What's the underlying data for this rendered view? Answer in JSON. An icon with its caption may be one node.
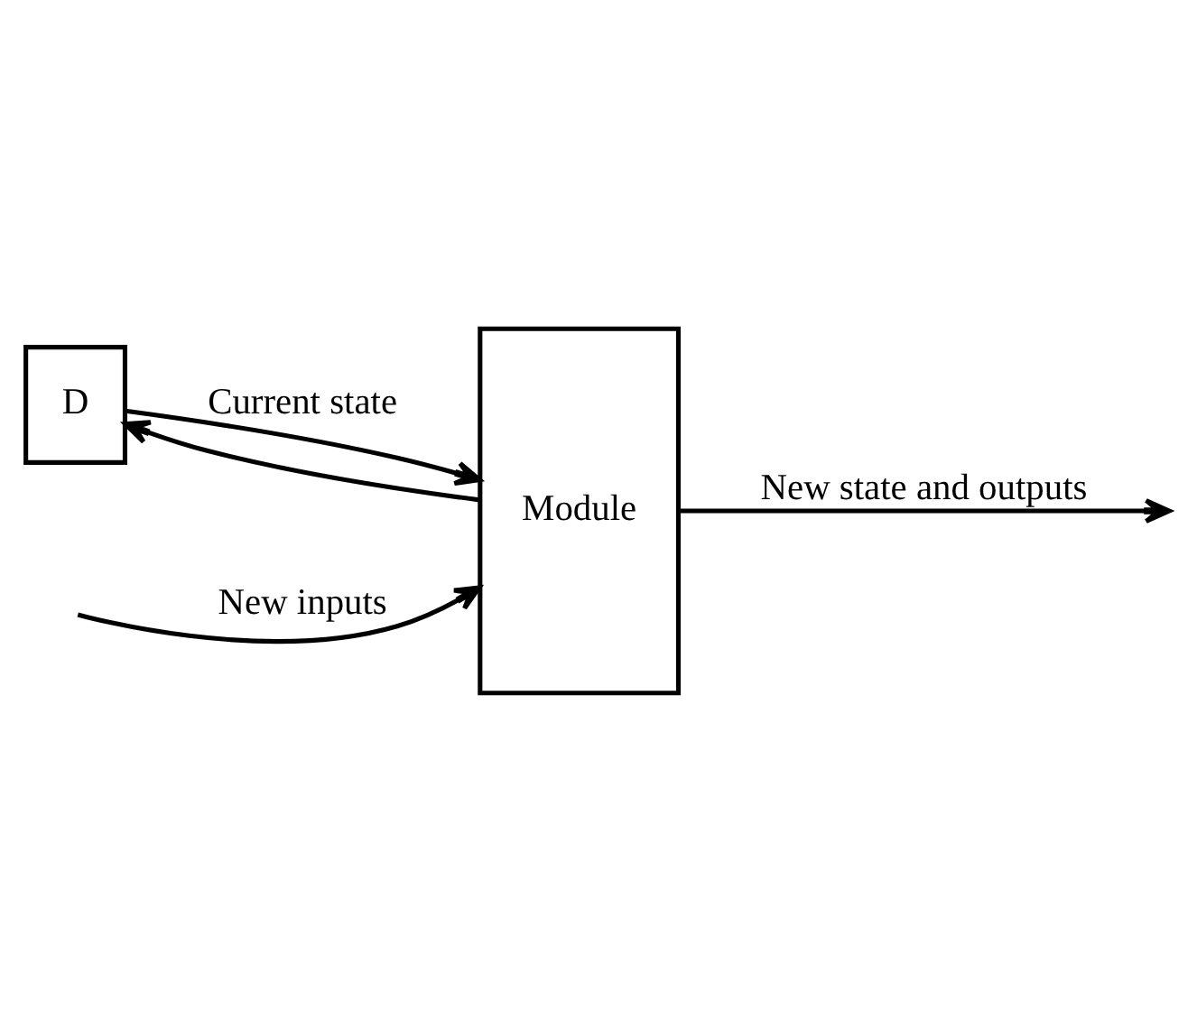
{
  "diagram": {
    "nodes": [
      {
        "text": [
          "D"
        ]
      },
      {
        "text": [
          "Module"
        ]
      }
    ],
    "edges": [
      {
        "from": 0,
        "to": 1,
        "arrow": "to",
        "label": "Current state"
      },
      {
        "from": 1,
        "to": 0,
        "arrow": "to"
      },
      {
        "from": 1,
        "to": null,
        "arrow": "to",
        "label": "New state and outputs"
      },
      {
        "from": null,
        "to": 1,
        "arrow": "to",
        "label": "New inputs"
      }
    ]
  }
}
